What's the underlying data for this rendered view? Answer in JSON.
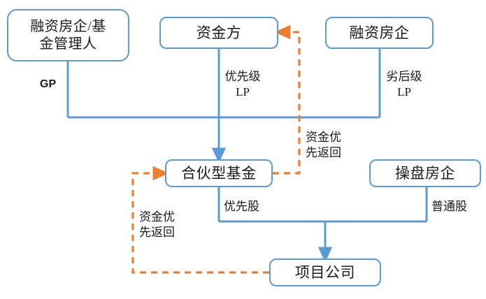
{
  "diagram": {
    "title": "",
    "colors": {
      "node_border": "#5B9BD5",
      "solid_connector": "#5B9BD5",
      "dashed_connector": "#ED7D31",
      "node_fill": "#FFFFFF",
      "text": "#1A1A1A"
    },
    "nodes": [
      {
        "id": "sponsor_gp",
        "label": "融资房企/基\n金管理人"
      },
      {
        "id": "funder",
        "label": "资金方"
      },
      {
        "id": "sponsor",
        "label": "融资房企"
      },
      {
        "id": "partnership_fund",
        "label": "合伙型基金"
      },
      {
        "id": "operator",
        "label": "操盘房企"
      },
      {
        "id": "project_company",
        "label": "项目公司"
      }
    ],
    "edge_labels": [
      {
        "id": "gp",
        "text": "GP"
      },
      {
        "id": "senior_lp",
        "text": "优先级\nLP"
      },
      {
        "id": "junior_lp",
        "text": "劣后级\nLP"
      },
      {
        "id": "return_upper",
        "text": "资金优\n先返回"
      },
      {
        "id": "preferred_share",
        "text": "优先股"
      },
      {
        "id": "common_share",
        "text": "普通股"
      },
      {
        "id": "return_lower",
        "text": "资金优\n先返回"
      }
    ],
    "edges": [
      {
        "id": "gp-edge",
        "from": "sponsor_gp",
        "to": "partnership_fund",
        "style": "solid",
        "label": "GP"
      },
      {
        "id": "senior-lp-edge",
        "from": "funder",
        "to": "partnership_fund",
        "style": "solid",
        "label": "优先级 LP"
      },
      {
        "id": "junior-lp-edge",
        "from": "sponsor",
        "to": "partnership_fund",
        "style": "solid",
        "label": "劣后级 LP"
      },
      {
        "id": "return-upper-edge",
        "from": "partnership_fund",
        "to": "funder",
        "style": "dashed",
        "label": "资金优先返回"
      },
      {
        "id": "preferred-share-edge",
        "from": "partnership_fund",
        "to": "project_company",
        "style": "solid",
        "label": "优先股"
      },
      {
        "id": "common-share-edge",
        "from": "operator",
        "to": "project_company",
        "style": "solid",
        "label": "普通股"
      },
      {
        "id": "return-lower-edge",
        "from": "project_company",
        "to": "partnership_fund",
        "style": "dashed",
        "label": "资金优先返回"
      }
    ]
  }
}
